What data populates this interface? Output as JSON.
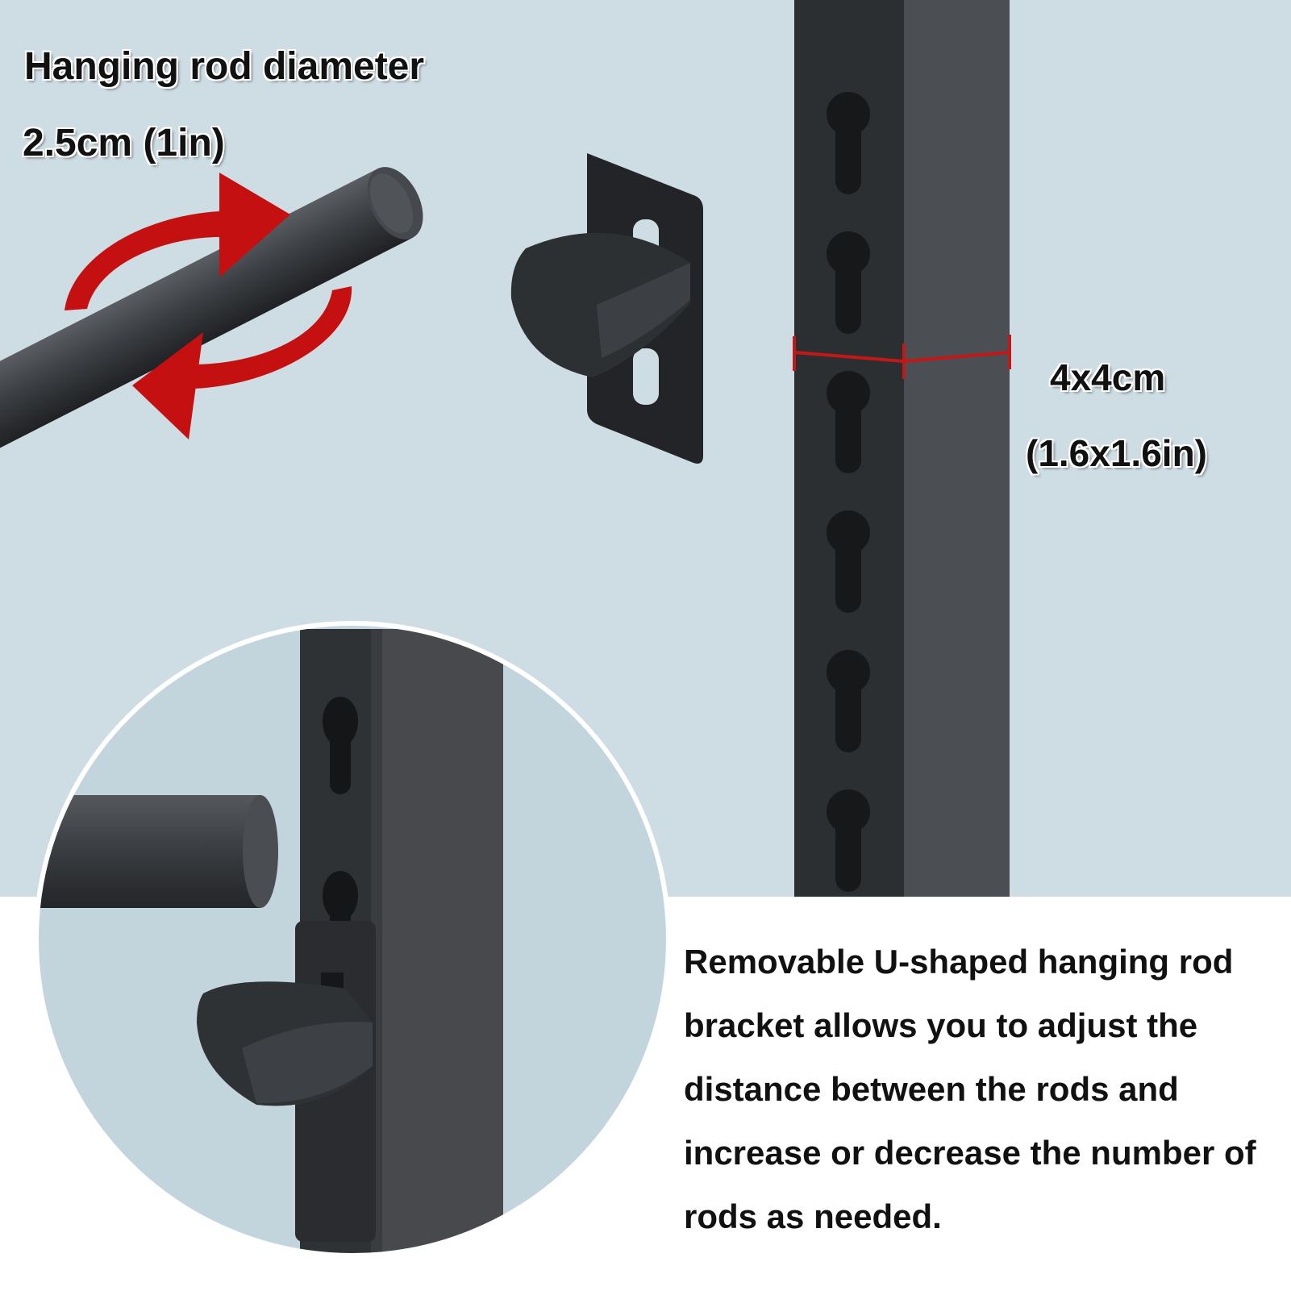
{
  "labels": {
    "rod_diameter_title": "Hanging rod diameter",
    "rod_diameter_value": "2.5cm (1in)",
    "post_size_cm": "4x4cm",
    "post_size_in": "(1.6x1.6in)"
  },
  "description": "Removable U-shaped hanging rod bracket allows you to adjust the distance between the rods and increase or decrease the number of rods as needed.",
  "colors": {
    "background_top": "#cddde3",
    "background_bottom": "#ffffff",
    "metal_dark": "#2c2f32",
    "metal_light": "#4b4e52",
    "arrow_red": "#c41010",
    "dimension_line": "#c41818",
    "text": "#111111"
  },
  "icons": {
    "rotation": "rotation-arrows-icon",
    "dimension": "dimension-line-icon"
  }
}
